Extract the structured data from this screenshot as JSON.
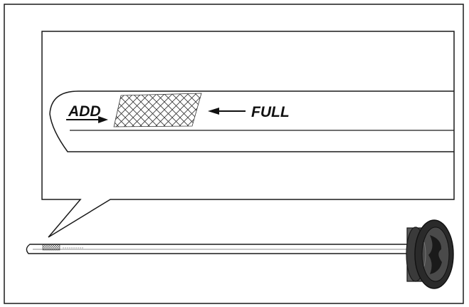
{
  "labels": {
    "add": "ADD",
    "full": "FULL"
  },
  "colors": {
    "line": "#1a1a1a",
    "background": "#ffffff",
    "cap": "#2a2a2a"
  },
  "icons": {
    "arrow_right": "arrow-right-icon",
    "arrow_left": "arrow-left-icon",
    "hatch": "crosshatch-pattern"
  }
}
